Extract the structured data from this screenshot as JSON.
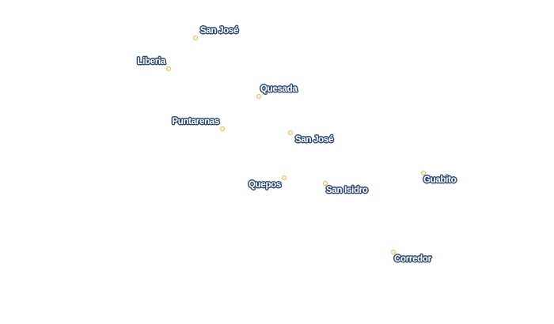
{
  "cities": [
    {
      "name": "San José"
    },
    {
      "name": "Liberia"
    },
    {
      "name": "Quesada"
    },
    {
      "name": "Puntarenas"
    },
    {
      "name": "San José"
    },
    {
      "name": "Quepos"
    },
    {
      "name": "San Isidro"
    },
    {
      "name": "Guabito"
    },
    {
      "name": "Corredor"
    }
  ],
  "colors": {
    "marker": "#e8b64c",
    "label_fill": "#ffffff",
    "label_outline": "#2c4a76"
  }
}
